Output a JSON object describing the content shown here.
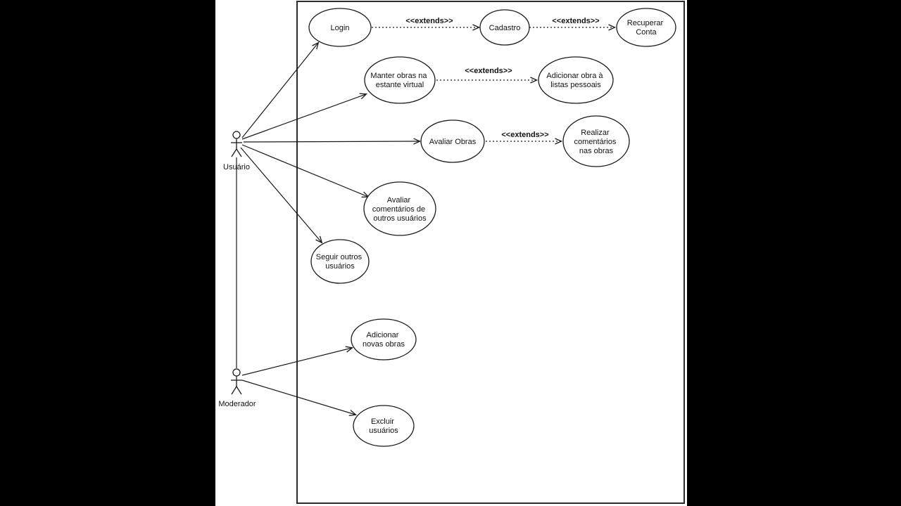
{
  "diagram": {
    "extends_label": "<<extends>>",
    "actors": [
      {
        "name": "Usuário"
      },
      {
        "name": "Moderador"
      }
    ],
    "usecases": [
      {
        "id": "login",
        "lines": [
          "Login"
        ]
      },
      {
        "id": "cadastro",
        "lines": [
          "Cadastro"
        ]
      },
      {
        "id": "recuperar-conta",
        "lines": [
          "Recuperar",
          "Conta"
        ]
      },
      {
        "id": "manter-obras",
        "lines": [
          "Manter obras na",
          "estante virtual"
        ]
      },
      {
        "id": "adicionar-obra-listas",
        "lines": [
          "Adicionar obra à",
          "listas pessoais"
        ]
      },
      {
        "id": "avaliar-obras",
        "lines": [
          "Avaliar Obras"
        ]
      },
      {
        "id": "realizar-comentarios",
        "lines": [
          "Realizar",
          "comentários",
          "nas obras"
        ]
      },
      {
        "id": "avaliar-comentarios",
        "lines": [
          "Avaliar",
          "comentários de",
          "outros usuários"
        ]
      },
      {
        "id": "seguir-usuarios",
        "lines": [
          "Seguir outros",
          "usuários"
        ]
      },
      {
        "id": "adicionar-novas-obras",
        "lines": [
          "Adicionar",
          "novas obras"
        ]
      },
      {
        "id": "excluir-usuarios",
        "lines": [
          "Excluir",
          "usuários"
        ]
      }
    ]
  }
}
